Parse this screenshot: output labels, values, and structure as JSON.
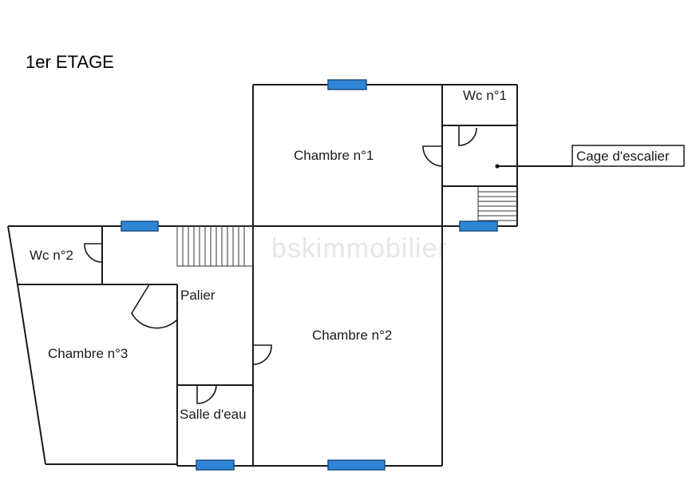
{
  "floor_title": "1er ETAGE",
  "watermark": "bskimmobilier",
  "rooms": {
    "chambre1": "Chambre n°1",
    "chambre2": "Chambre n°2",
    "chambre3": "Chambre n°3",
    "wc1": "Wc n°1",
    "wc2": "Wc n°2",
    "palier": "Palier",
    "salle_eau": "Salle d'eau"
  },
  "callout": "Cage d'escalier",
  "colors": {
    "window": "#2f86d6",
    "wall": "#1a1a1a"
  }
}
